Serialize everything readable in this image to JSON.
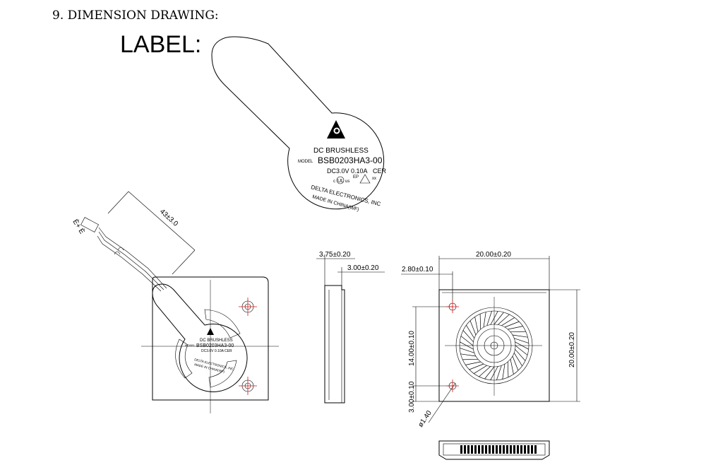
{
  "heading": "9. DIMENSION DRAWING:",
  "label_title": "LABEL:",
  "label_sticker": {
    "line1": "DC  BRUSHLESS",
    "model_prefix": "MODEL",
    "model": "BSB0203HA3-00",
    "rating": "DC3.0V  0.10A",
    "cer": "CER",
    "ep": "EP",
    "xx": "xx",
    "maker": "DELTA  ELECTRONICS, INC",
    "origin": "MADE IN CHINA(WF)"
  },
  "small_label": {
    "line1": "DC BRUSHLESS",
    "model_prefix": "MODEL",
    "model": "BSB0203HA3-00",
    "rating": "DC3.0V  0.10A",
    "cer": "CER",
    "maker": "DELTA ELECTRONICS, INC",
    "origin": "MADE IN CHINA(WF)"
  },
  "connector_label": "Ѐ+ Ѐ",
  "dimensions": {
    "wire_length": "43±3.0",
    "side_total": "3.75±0.20",
    "side_body": "3.00±0.20",
    "width": "20.00±0.20",
    "hole_offset_x": "2.80±0.10",
    "height": "20.00±0.20",
    "hole_spacing": "14.00±0.10",
    "hole_offset_y": "3.00±0.10",
    "hole_dia": "ø1.40"
  },
  "colors": {
    "line": "#000000",
    "centerline": "#cc1111"
  }
}
